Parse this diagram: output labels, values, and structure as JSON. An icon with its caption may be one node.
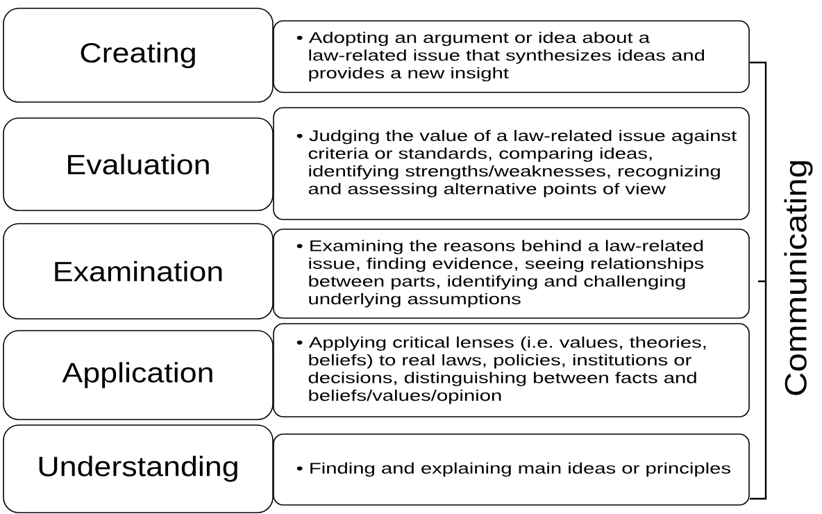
{
  "diagram": {
    "nodes": [
      {
        "text": [
          "Creating"
        ]
      },
      {
        "text": [
          "• Adopting an argument or idea about a law-related issue that synthesizes ideas and provides a new insight"
        ]
      },
      {
        "text": [
          "Evaluation"
        ]
      },
      {
        "text": [
          "• Judging the value of a law-related issue against criteria or standards, comparing ideas, identifying strengths/weaknesses, recognizing and assessing alternative points of view"
        ]
      },
      {
        "text": [
          "Examination"
        ]
      },
      {
        "text": [
          "• Examining the reasons behind a law-related issue, finding evidence, seeing relationships between parts, identifying and challenging underlying assumptions"
        ]
      },
      {
        "text": [
          "Application"
        ]
      },
      {
        "text": [
          "• Applying critical lenses (i.e. values, theories, beliefs) to real laws, policies, institutions or decisions, distinguishing between facts and beliefs/values/opinion"
        ]
      },
      {
        "text": [
          "Understanding"
        ]
      },
      {
        "text": [
          "• Finding and explaining main ideas or principles"
        ]
      }
    ],
    "labels": [
      "Communicating"
    ]
  }
}
